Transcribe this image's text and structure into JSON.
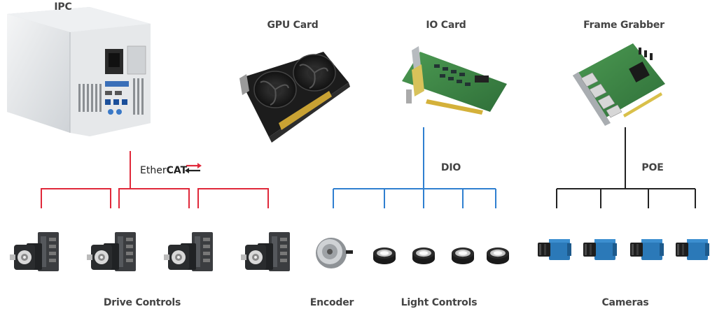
{
  "labels": {
    "ipc": "IPC",
    "gpu": "GPU Card",
    "io": "IO Card",
    "frame": "Frame Grabber",
    "dio": "DIO",
    "poe": "POE",
    "drive": "Drive Controls",
    "encoder": "Encoder",
    "light": "Light Controls",
    "cameras": "Cameras"
  },
  "ethercat": {
    "prefix": "Ether",
    "suffix": "CAT"
  },
  "colors": {
    "ethercat_line": "#e0283a",
    "dio_line": "#2f7fd0",
    "poe_line": "#222222",
    "ethercat_logo_arrow_top": "#e0283a",
    "ethercat_logo_arrow_bottom": "#222222",
    "camera_body": "#2b79b8"
  },
  "icons": {
    "ipc": "industrial-pc-icon",
    "gpu": "gpu-card-icon",
    "io": "io-card-icon",
    "frame": "frame-grabber-icon",
    "servo": "servo-drive-icon",
    "encoder": "rotary-encoder-icon",
    "light": "light-controller-icon",
    "camera": "industrial-camera-icon"
  }
}
